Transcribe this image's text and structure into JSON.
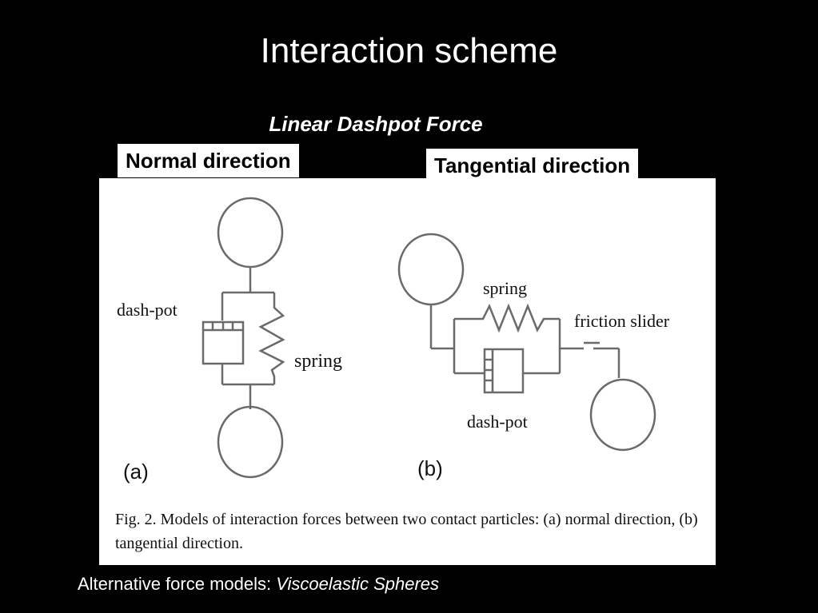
{
  "slide": {
    "title": "Interaction scheme",
    "subtitle": "Linear Dashpot Force",
    "normal_label": "Normal direction",
    "tangential_label": "Tangential direction",
    "footer_prefix": "Alternative force models: ",
    "footer_italic": "Viscoelastic Spheres"
  },
  "figure": {
    "panel_a": {
      "label": "(a)",
      "dashpot_label": "dash-pot",
      "spring_label": "spring"
    },
    "panel_b": {
      "label": "(b)",
      "spring_label": "spring",
      "friction_label": "friction slider",
      "dashpot_label": "dash-pot"
    },
    "caption": "Fig. 2. Models of interaction forces between two contact particles: (a) normal direction, (b) tangential direction."
  },
  "colors": {
    "background": "#000000",
    "text": "#ffffff",
    "figure_background": "#ffffff",
    "figure_lines": "#6a6a6a"
  }
}
